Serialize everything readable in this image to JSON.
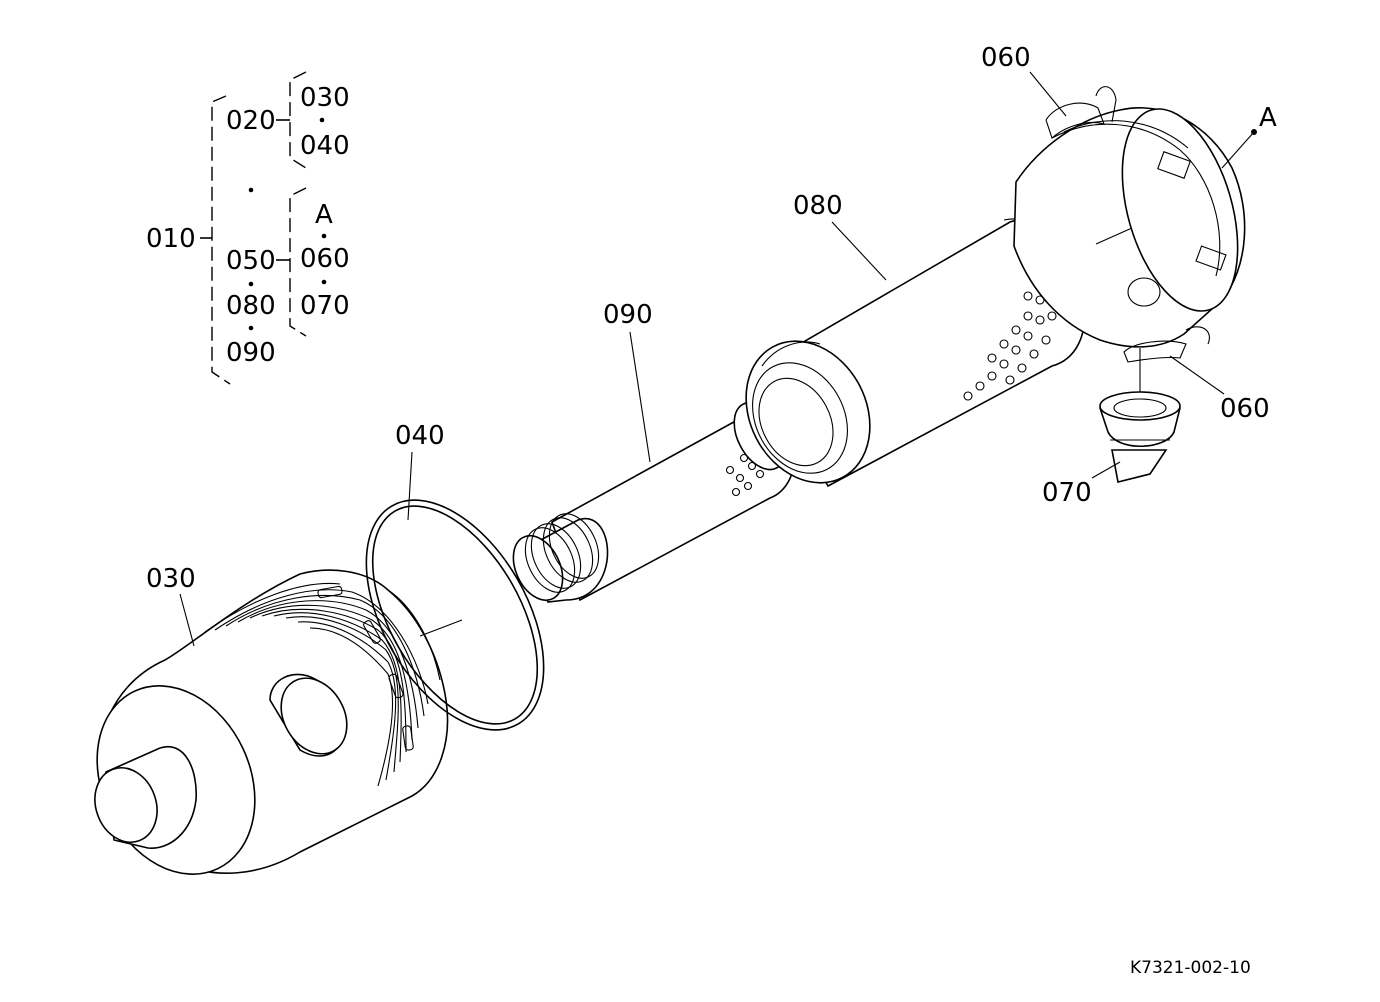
{
  "tree": {
    "root": "010",
    "group1": "020",
    "group1_children": [
      "030",
      "040"
    ],
    "group2": "050",
    "group2_children": [
      "A",
      "060",
      "070"
    ],
    "extra": [
      "080",
      "090"
    ]
  },
  "callouts": {
    "c030": "030",
    "c040": "040",
    "c090": "090",
    "c080": "080",
    "c060_top": "060",
    "c060_bottom": "060",
    "c070": "070",
    "cA": "A"
  },
  "drawing_code": "K7321-002-10"
}
